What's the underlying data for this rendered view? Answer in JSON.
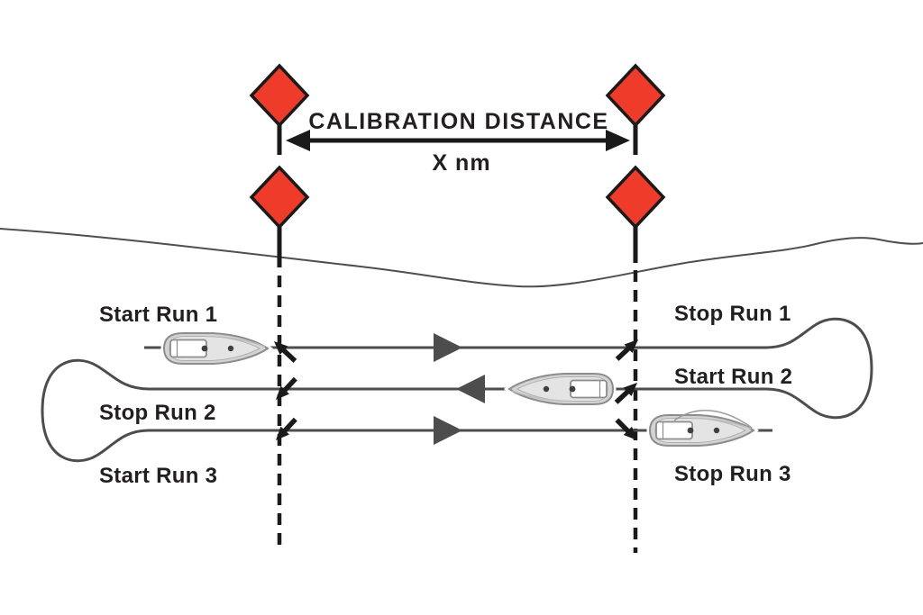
{
  "diagram_type": "boat-speed-calibration-measured-distance-runs",
  "header": {
    "title": "CALIBRATION DISTANCE",
    "distance_value": "X nm"
  },
  "labels": {
    "start_run_1": "Start Run 1",
    "stop_run_1": "Stop Run 1",
    "start_run_2": "Start Run 2",
    "stop_run_2": "Stop Run 2",
    "start_run_3": "Start Run 3",
    "stop_run_3": "Stop Run 3"
  },
  "markers": {
    "type": "red-diamond-daymark",
    "count": 4
  },
  "boats": {
    "count": 3,
    "type": "sailboat-top-view"
  },
  "colors": {
    "marker_red": "#EE3B2A",
    "track_gray": "#4D4D4D",
    "ink_black": "#1A1A1A",
    "text_black": "#231F20",
    "boat_hull_gray": "#D3D3D3",
    "shoreline_gray": "#4F4F4F",
    "background": "#FFFFFF"
  }
}
